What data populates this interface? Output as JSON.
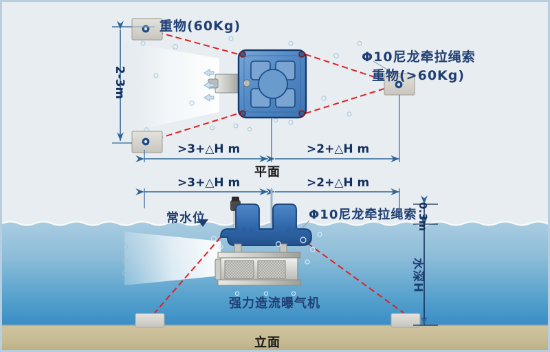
{
  "diagram": {
    "title_plan": "平面",
    "title_elevation": "立面",
    "labels": {
      "weight_top": "重物(60Kg)",
      "rope": "Φ10尼龙牵拉绳索",
      "weight_right": "重物(>60Kg)",
      "rope_elev": "Φ10尼龙牵拉绳索",
      "water_level": "常水位",
      "machine": "强力造流曝气机",
      "water_depth": "水深H",
      "freeboard": "0.3m",
      "vertical_span": "2-3m"
    },
    "dimensions": {
      "plan_left": ">3+△H m",
      "plan_right": ">2+△H m",
      "elev_left": ">3+△H m",
      "elev_right": ">2+△H m"
    },
    "colors": {
      "background": "#e8edf1",
      "frame": "#b7cede",
      "text_blue": "#1f3f73",
      "dim_line": "#2e6496",
      "rope_red": "#e02020",
      "device_blue": "#4a7fbf",
      "device_outline": "#10396e",
      "water_top": "#a8cbe0",
      "water_bottom": "#3a8dc4",
      "sand": "#c9bd96",
      "anchor_grey": "#d6d3cc"
    }
  }
}
